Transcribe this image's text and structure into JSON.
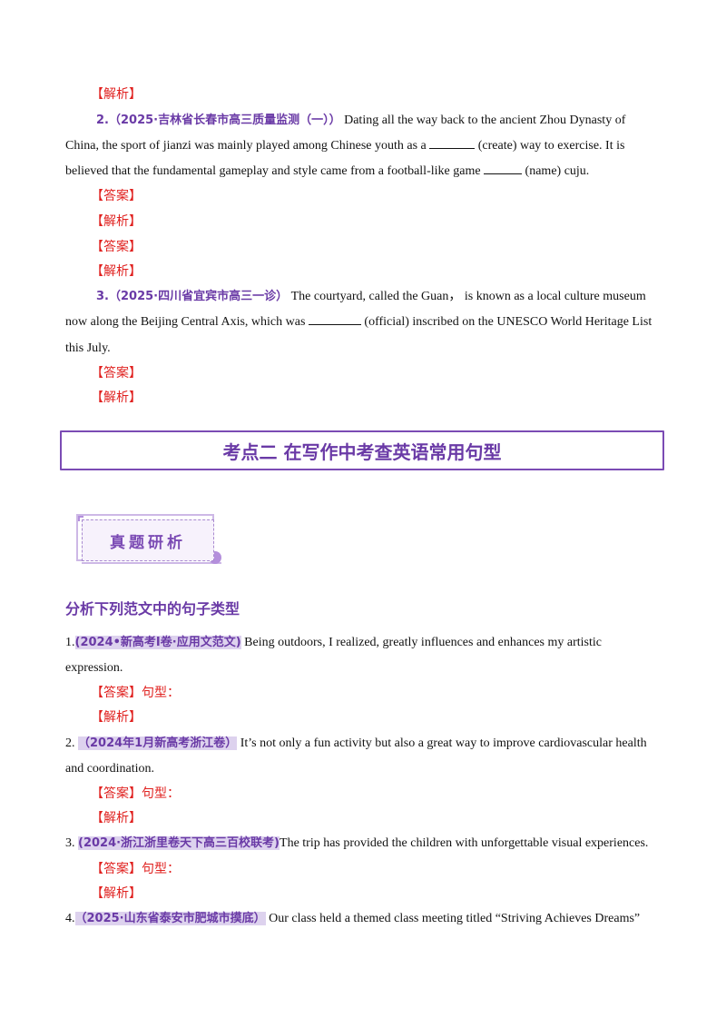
{
  "labels": {
    "jiexi": "【解析】",
    "daan": "【答案】",
    "daan_juxing": "【答案】",
    "juxing": "句型："
  },
  "q2": {
    "num": "2.",
    "source": "（2025·吉林省长春市高三质量监测（一））",
    "line1": "Dating all the way back  to  the ancient Zhou Dynasty of",
    "line2a": "China, the sport of jianzi was mainly played among Chinese youth as a",
    "line2b": "(create) way to exercise. It is",
    "line3a": "believed that the fundamental gameplay and style came from a football-like game",
    "line3b": "(name) cuju."
  },
  "q3": {
    "num": "3.",
    "source": "（2025·四川省宜宾市高三一诊）",
    "line1": "The courtyard, called the Guan，  is known as a local culture museum",
    "line2a": "now along the Beijing Central Axis, which was",
    "line2b": "(official) inscribed on the UNESCO World Heritage List",
    "line3": "this July."
  },
  "section_title": "考点二  在写作中考查英语常用句型",
  "badge": "真题研析",
  "subheading": "分析下列范文中的句子类型",
  "items": [
    {
      "num": "1.",
      "source": "(2024•新高考Ⅰ卷·应用文范文)",
      "text1": "Being outdoors, I realized, greatly influences and enhances my artistic",
      "text2": "expression."
    },
    {
      "num": "2.",
      "source": "（2024年1月新高考浙江卷）",
      "text1": "It’s not only a fun activity but also a great way to improve cardiovascular health",
      "text2": "and coordination."
    },
    {
      "num": "3.",
      "source": "(2024·浙江浙里卷天下高三百校联考)",
      "text1": "The trip has provided the children with unforgettable visual experiences."
    },
    {
      "num": "4.",
      "source": "（2025·山东省泰安市肥城市摸底）",
      "text1": "Our class held a themed class meeting titled “Striving Achieves Dreams”"
    }
  ]
}
